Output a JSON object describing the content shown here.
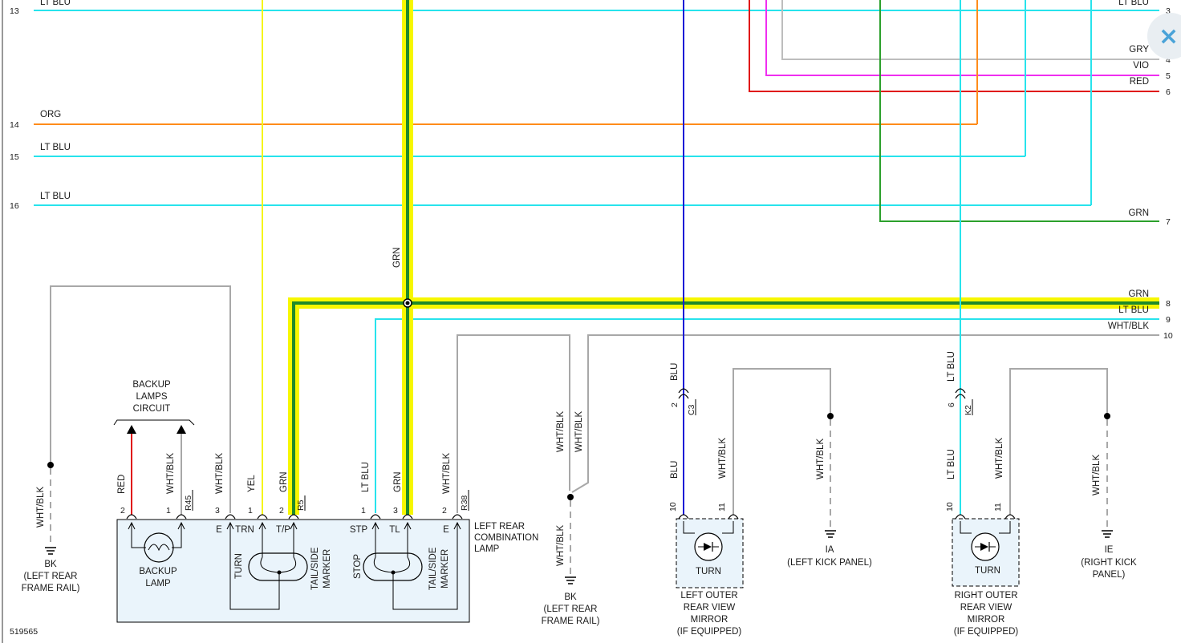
{
  "row_numbers": {
    "r3": "3",
    "r4": "4",
    "r5": "5",
    "r6": "6",
    "r7": "7",
    "r8": "8",
    "r9": "9",
    "r10": "10",
    "r13": "13",
    "r14": "14",
    "r15": "15",
    "r16": "16"
  },
  "wire_labels": {
    "lt_blu_13": "LT BLU",
    "lt_blu_3": "LT BLU",
    "gry": "GRY",
    "vio": "VIO",
    "red": "RED",
    "org": "ORG",
    "lt_blu_15": "LT BLU",
    "lt_blu_16": "LT BLU",
    "grn_7": "GRN",
    "grn_8": "GRN",
    "lt_blu_9": "LT BLU",
    "wht_blk_10": "WHT/BLK",
    "grn_vertical": "GRN"
  },
  "backup_circuit": {
    "line1": "BACKUP",
    "line2": "LAMPS",
    "line3": "CIRCUIT"
  },
  "left_rear_lamp": {
    "pins": {
      "p2": "2",
      "p1": "1",
      "p3": "3",
      "p1b": "1",
      "p2b": "2",
      "p1c": "1",
      "p3b": "3",
      "p2c": "2"
    },
    "wires": {
      "red": "RED",
      "wht_blk_a": "WHT/BLK",
      "wht_blk_b": "WHT/BLK",
      "yel": "YEL",
      "grn": "GRN",
      "lt_blu": "LT BLU",
      "grn_b": "GRN",
      "wht_blk_c": "WHT/BLK"
    },
    "circuits": {
      "r45": "R45",
      "r5": "R5",
      "r38": "R38"
    },
    "terminals": {
      "e1": "E",
      "trn": "TRN",
      "tp": "T/P",
      "stp": "STP",
      "tl": "TL",
      "e2": "E"
    },
    "backup_lamp": {
      "line1": "BACKUP",
      "line2": "LAMP"
    },
    "turn": "TURN",
    "tail_side_1": "TAIL/SIDE",
    "marker_1": "MARKER",
    "stop": "STOP",
    "tail_side_2": "TAIL/SIDE",
    "marker_2": "MARKER",
    "name": {
      "line1": "LEFT REAR",
      "line2": "COMBINATION",
      "line3": "LAMP"
    }
  },
  "ground_left": {
    "wire": "WHT/BLK",
    "name": "BK",
    "loc1": "(LEFT REAR",
    "loc2": "FRAME RAIL)"
  },
  "ground_center": {
    "wire_a": "WHT/BLK",
    "wire_b": "WHT/BLK",
    "wire_c": "WHT/BLK",
    "name": "BK",
    "loc1": "(LEFT REAR",
    "loc2": "FRAME RAIL)"
  },
  "left_mirror": {
    "blu_top": "BLU",
    "pin2": "2",
    "conn": "C3",
    "blu_bottom": "BLU",
    "pin10": "10",
    "pin11": "11",
    "wht_blk": "WHT/BLK",
    "turn": "TURN",
    "name1": "LEFT OUTER",
    "name2": "REAR VIEW",
    "name3": "MIRROR",
    "name4": "(IF EQUIPPED)"
  },
  "ground_ia": {
    "wire": "WHT/BLK",
    "name": "IA",
    "loc": "(LEFT KICK PANEL)"
  },
  "right_mirror": {
    "lt_blu_top": "LT BLU",
    "pin6": "6",
    "conn": "K2",
    "lt_blu_bottom": "LT BLU",
    "pin10": "10",
    "pin11": "11",
    "wht_blk": "WHT/BLK",
    "turn": "TURN",
    "name1": "RIGHT OUTER",
    "name2": "REAR VIEW",
    "name3": "MIRROR",
    "name4": "(IF EQUIPPED)"
  },
  "ground_ie": {
    "wire": "WHT/BLK",
    "name": "IE",
    "loc1": "(RIGHT KICK",
    "loc2": "PANEL)"
  },
  "figure_id": "519565",
  "colors": {
    "lt_blu": "#27e3ec",
    "org": "#ff8c1a",
    "yel": "#f5f51a",
    "grn_highlight": "#f7f700",
    "grn_core": "#1f8a2a",
    "blu": "#1a1ad6",
    "red": "#e01010",
    "vio": "#ef2ef0",
    "gry": "#bdbdbd",
    "grn": "#2ca02c",
    "wht_blk": "#a8a8a8",
    "module_fill": "#eaf4fb"
  },
  "close_icon": "×"
}
